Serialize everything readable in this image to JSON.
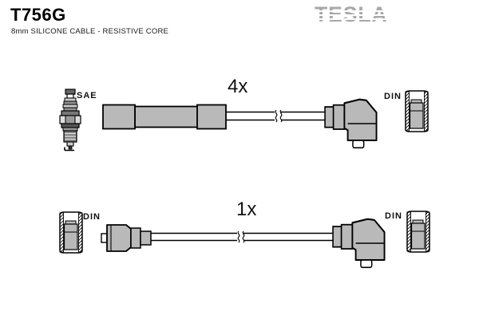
{
  "header": {
    "part_number": "T756G",
    "subtitle": "8mm SILICONE CABLE - RESISTIVE CORE",
    "brand": "TESLA"
  },
  "diagram": {
    "top_cable": {
      "quantity": "4x",
      "left_end": "SAE",
      "right_end": "DIN"
    },
    "bottom_cable": {
      "quantity": "1x",
      "left_end": "DIN",
      "right_end": "DIN"
    }
  },
  "colors": {
    "boot_gray": "#b9b9b9",
    "outline_black": "#000000",
    "logo_gray": "#a8a8a8"
  }
}
